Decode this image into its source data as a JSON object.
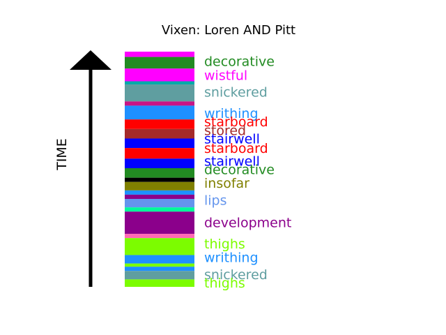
{
  "chart_data": {
    "type": "bar",
    "title": "Vixen: Loren AND Pitt",
    "ylabel": "TIME",
    "segments": [
      {
        "color": "#FF00FF",
        "start": 0.0,
        "end": 1.25
      },
      {
        "color": "#228B22",
        "start": 1.25,
        "end": 4.0
      },
      {
        "color": "#FF00FF",
        "start": 4.0,
        "end": 7.0
      },
      {
        "color": "#00AAAA",
        "start": 7.0,
        "end": 7.75
      },
      {
        "color": "#5F9EA0",
        "start": 7.75,
        "end": 11.75
      },
      {
        "color": "#C71585",
        "start": 11.75,
        "end": 12.75
      },
      {
        "color": "#1E90FF",
        "start": 12.75,
        "end": 16.0
      },
      {
        "color": "#FF0000",
        "start": 16.0,
        "end": 18.25
      },
      {
        "color": "#A52A2A",
        "start": 18.25,
        "end": 20.5
      },
      {
        "color": "#0000FF",
        "start": 20.5,
        "end": 22.75
      },
      {
        "color": "#FF0000",
        "start": 22.75,
        "end": 25.25
      },
      {
        "color": "#0000FF",
        "start": 25.25,
        "end": 27.5
      },
      {
        "color": "#228B22",
        "start": 27.5,
        "end": 29.75
      },
      {
        "color": "#000000",
        "start": 29.75,
        "end": 30.75
      },
      {
        "color": "#808000",
        "start": 30.75,
        "end": 32.75
      },
      {
        "color": "#1E90FF",
        "start": 32.75,
        "end": 33.75
      },
      {
        "color": "#8B008B",
        "start": 33.75,
        "end": 34.75
      },
      {
        "color": "#6495ED",
        "start": 34.75,
        "end": 36.75
      },
      {
        "color": "#00FA9A",
        "start": 36.75,
        "end": 37.75
      },
      {
        "color": "#8B008B",
        "start": 37.75,
        "end": 43.0
      },
      {
        "color": "#FF69B4",
        "start": 43.0,
        "end": 44.0
      },
      {
        "color": "#7CFC00",
        "start": 44.0,
        "end": 48.0
      },
      {
        "color": "#1E90FF",
        "start": 48.0,
        "end": 50.0
      },
      {
        "color": "#7CFC00",
        "start": 50.0,
        "end": 50.75
      },
      {
        "color": "#1E90FF",
        "start": 50.75,
        "end": 51.75
      },
      {
        "color": "#5F9EA0",
        "start": 51.75,
        "end": 53.75
      },
      {
        "color": "#7CFC00",
        "start": 53.75,
        "end": 55.5
      }
    ],
    "labels": [
      {
        "text": "decorative",
        "color": "#228B22",
        "pos": 2.25
      },
      {
        "text": "wistful",
        "color": "#FF00FF",
        "pos": 5.5
      },
      {
        "text": "snickered",
        "color": "#5F9EA0",
        "pos": 9.5
      },
      {
        "text": "writhing",
        "color": "#1E90FF",
        "pos": 14.5
      },
      {
        "text": "starboard",
        "color": "#FF0000",
        "pos": 16.5
      },
      {
        "text": "stored",
        "color": "#A52A2A",
        "pos": 18.5
      },
      {
        "text": "stairwell",
        "color": "#0000FF",
        "pos": 20.5
      },
      {
        "text": "starboard",
        "color": "#FF0000",
        "pos": 22.75
      },
      {
        "text": "stairwell",
        "color": "#0000FF",
        "pos": 25.75
      },
      {
        "text": "decorative",
        "color": "#228B22",
        "pos": 27.75
      },
      {
        "text": "insofar",
        "color": "#808000",
        "pos": 31.0
      },
      {
        "text": "lips",
        "color": "#6495ED",
        "pos": 35.0
      },
      {
        "text": "development",
        "color": "#8B008B",
        "pos": 40.25
      },
      {
        "text": "thighs",
        "color": "#7CFC00",
        "pos": 45.25
      },
      {
        "text": "writhing",
        "color": "#1E90FF",
        "pos": 48.5
      },
      {
        "text": "snickered",
        "color": "#5F9EA0",
        "pos": 52.5
      },
      {
        "text": "thighs",
        "color": "#7CFC00",
        "pos": 54.5
      }
    ],
    "ylim": [
      0,
      55.5
    ]
  }
}
